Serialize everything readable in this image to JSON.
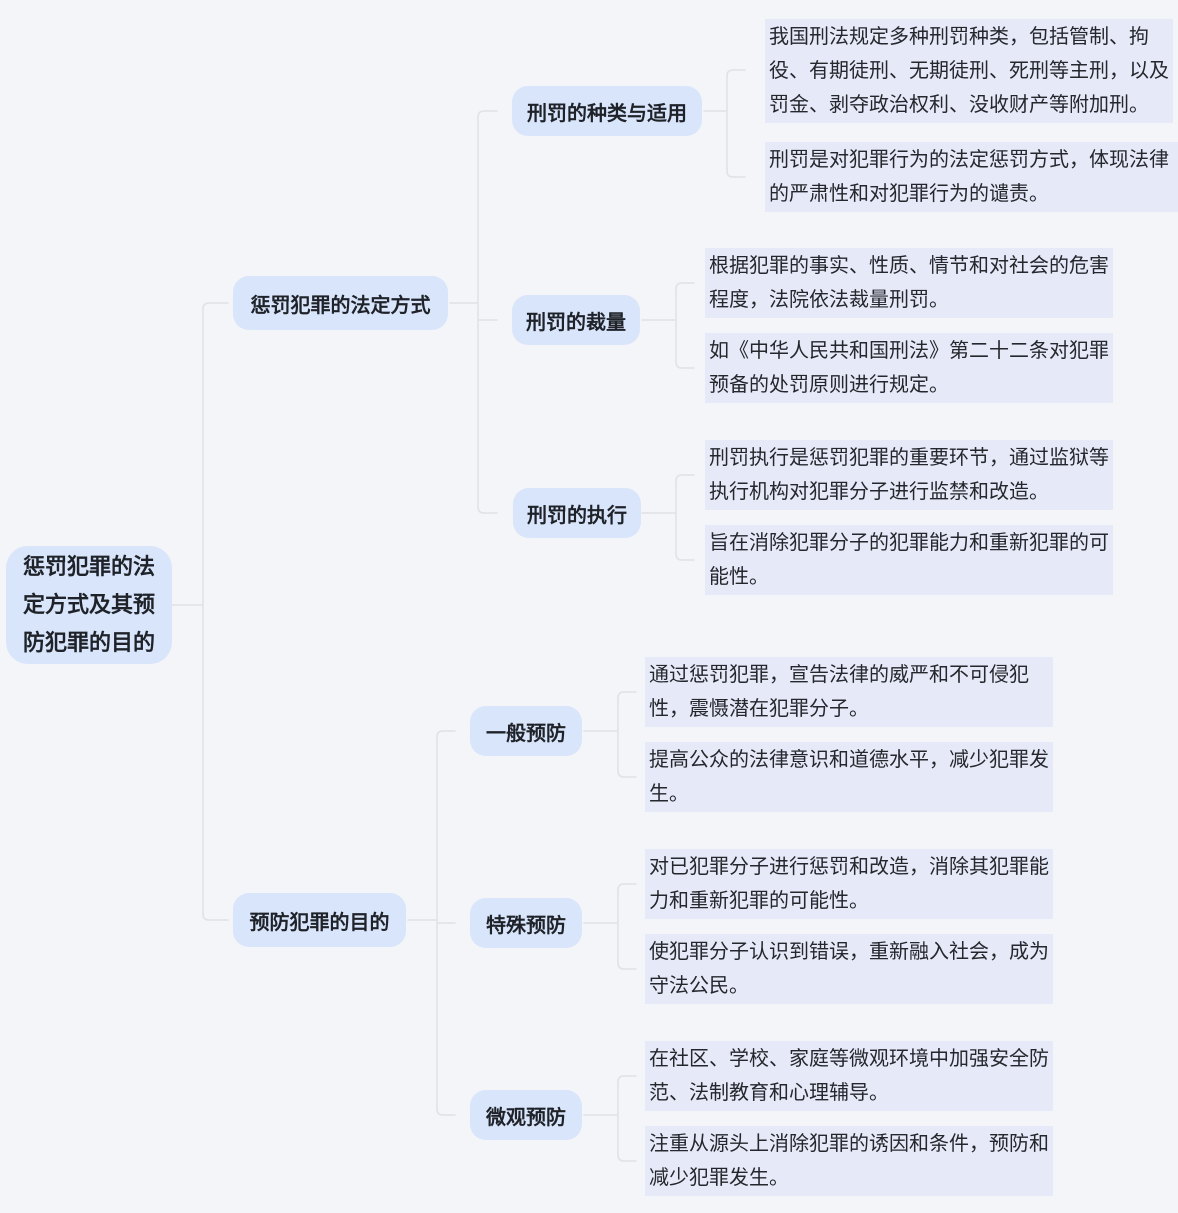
{
  "palette": {
    "canvas_background": "#f4f5f8",
    "topic_fill": "#d9e5fa",
    "note_fill": "#e6eaf8",
    "connector_color": "#e0e2e6",
    "text_color": "#1f2329"
  },
  "mindmap": {
    "root": {
      "label": "惩罚犯罪的法\n定方式及其预\n防犯罪的目的"
    },
    "branches": [
      {
        "label": "惩罚犯罪的法定方式",
        "children": [
          {
            "label": "刑罚的种类与适用",
            "notes": [
              "我国刑法规定多种刑罚种类，包括管制、拘\n役、有期徒刑、无期徒刑、死刑等主刑，以及\n罚金、剥夺政治权利、没收财产等附加刑。",
              "刑罚是对犯罪行为的法定惩罚方式，体现法律\n的严肃性和对犯罪行为的谴责。"
            ]
          },
          {
            "label": "刑罚的裁量",
            "notes": [
              "根据犯罪的事实、性质、情节和对社会的危害\n程度，法院依法裁量刑罚。",
              "如《中华人民共和国刑法》第二十二条对犯罪\n预备的处罚原则进行规定。"
            ]
          },
          {
            "label": "刑罚的执行",
            "notes": [
              "刑罚执行是惩罚犯罪的重要环节，通过监狱等\n执行机构对犯罪分子进行监禁和改造。",
              "旨在消除犯罪分子的犯罪能力和重新犯罪的可\n能性。"
            ]
          }
        ]
      },
      {
        "label": "预防犯罪的目的",
        "children": [
          {
            "label": "一般预防",
            "notes": [
              "通过惩罚犯罪，宣告法律的威严和不可侵犯\n性，震慑潜在犯罪分子。",
              "提高公众的法律意识和道德水平，减少犯罪发\n生。"
            ]
          },
          {
            "label": "特殊预防",
            "notes": [
              "对已犯罪分子进行惩罚和改造，消除其犯罪能\n力和重新犯罪的可能性。",
              "使犯罪分子认识到错误，重新融入社会，成为\n守法公民。"
            ]
          },
          {
            "label": "微观预防",
            "notes": [
              "在社区、学校、家庭等微观环境中加强安全防\n范、法制教育和心理辅导。",
              "注重从源头上消除犯罪的诱因和条件，预防和\n减少犯罪发生。"
            ]
          }
        ]
      }
    ]
  }
}
